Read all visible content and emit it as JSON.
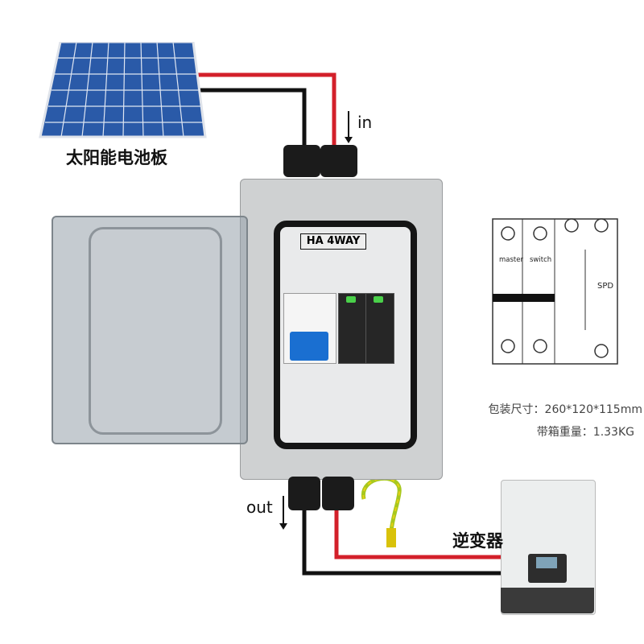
{
  "labels": {
    "solar_panel": "太阳能电池板",
    "in": "in",
    "out": "out",
    "inverter": "逆变器",
    "box_model": "HA 4WAY"
  },
  "specs": {
    "package_size": "包装尺寸：260*120*115mm",
    "weight": "带箱重量：1.33KG"
  },
  "diagram": {
    "master": "master",
    "switch": "switch",
    "spd": "SPD"
  },
  "colors": {
    "wire_red": "#d3202a",
    "wire_black": "#111111",
    "box_gray": "#c9cbcc",
    "breaker_blue": "#1a6fd1",
    "panel_blue": "#2a5aa8"
  }
}
